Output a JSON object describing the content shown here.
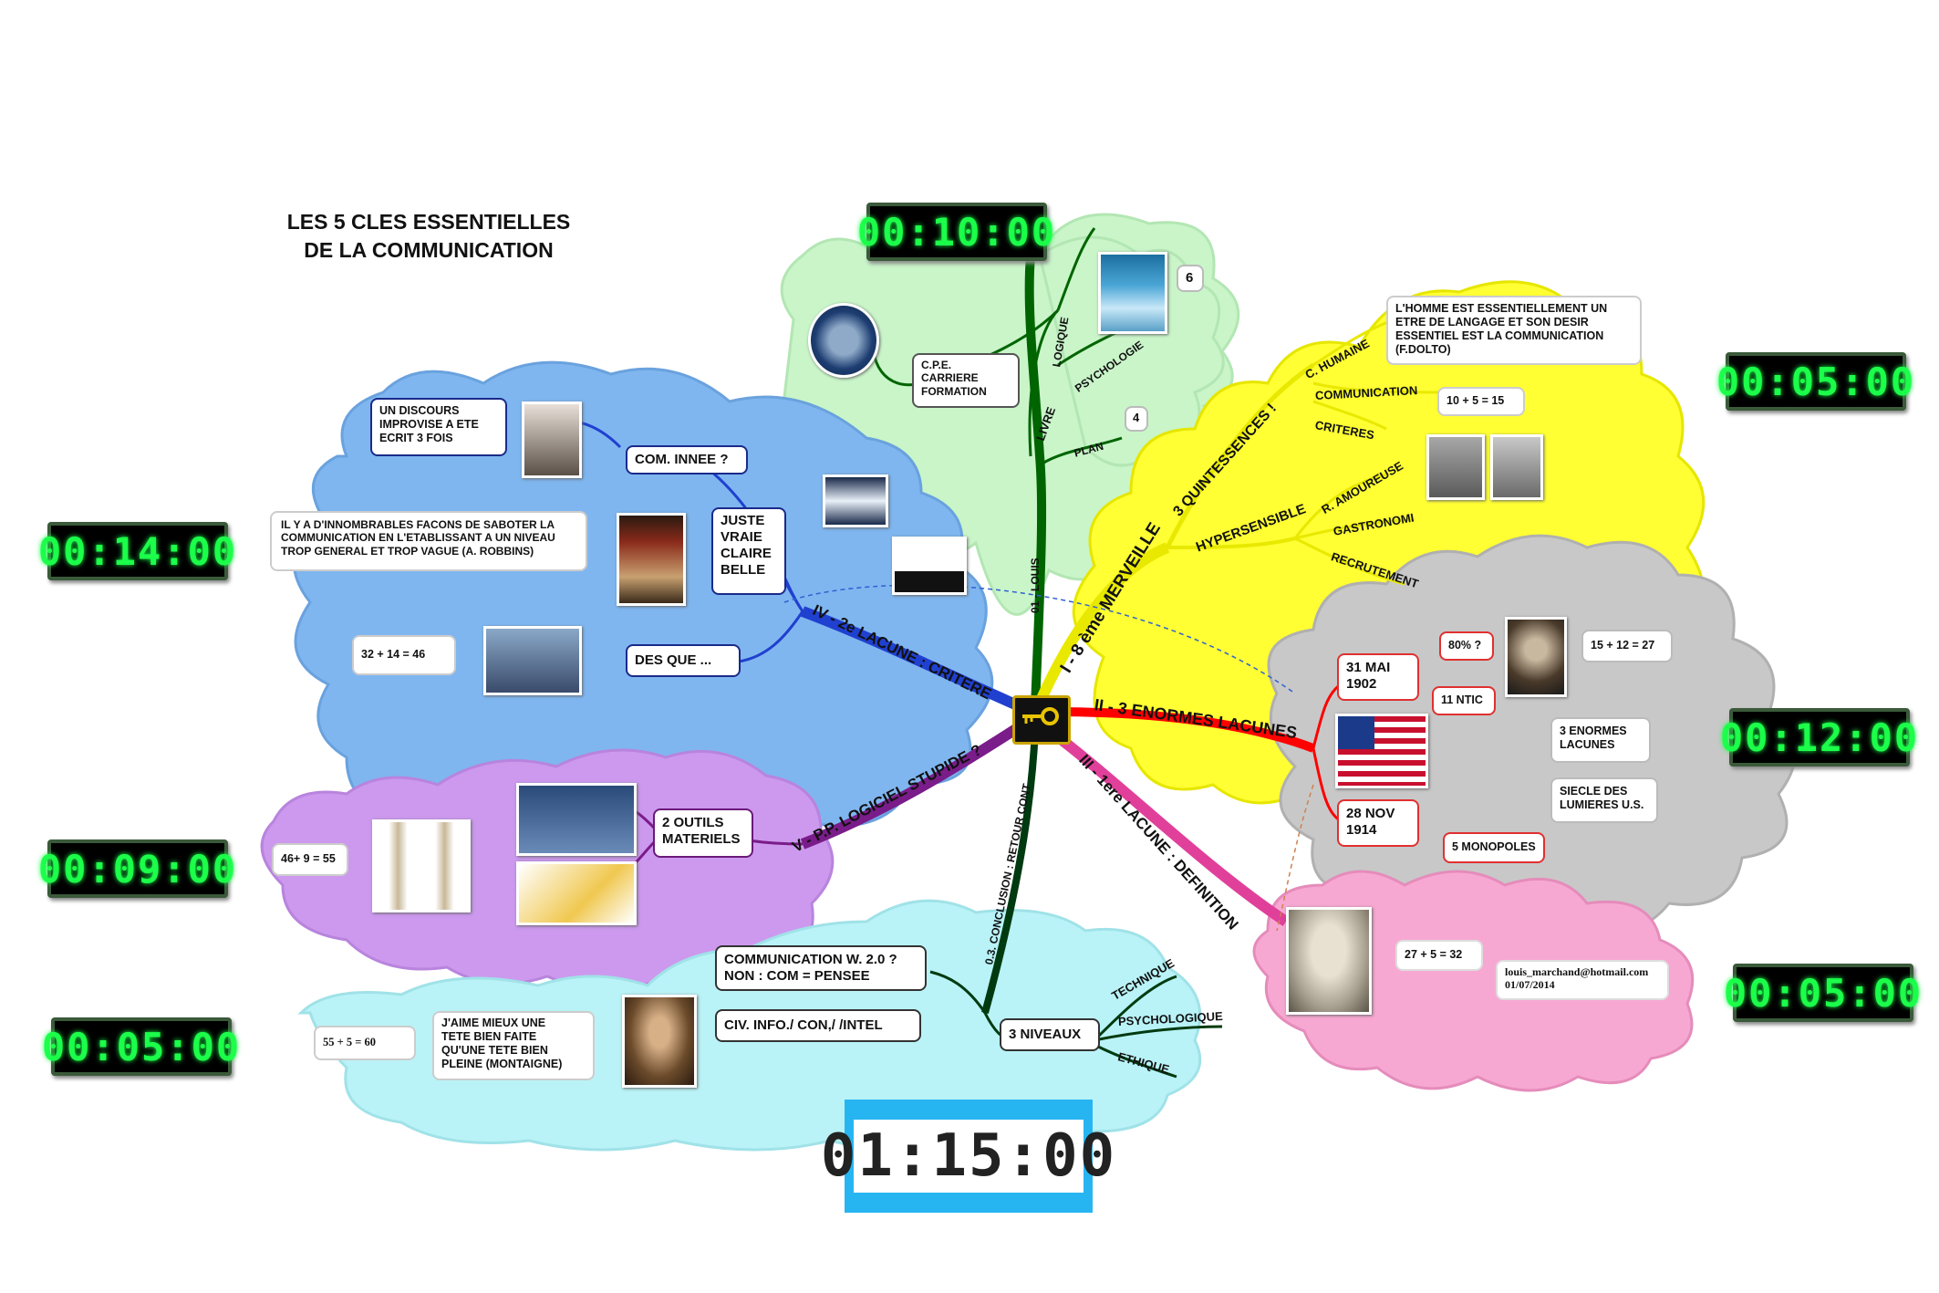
{
  "title": "LES 5 CLES ESSENTIELLES\nDE LA COMMUNICATION",
  "timers": {
    "top": "00:10:00",
    "left_14": "00:14:00",
    "left_09": "00:09:00",
    "left_05": "00:05:00",
    "right_05_top": "00:05:00",
    "right_12": "00:12:00",
    "right_05_bottom": "00:05:00",
    "total": "01:15:00"
  },
  "branches": {
    "b1": {
      "main": "01 - LOUIS",
      "livre": "LIVRE",
      "logique": "LOGIQUE",
      "psychologie": "PSYCHOLOGIE",
      "plan": "PLAN",
      "cpe": "C.P.E.\nCARRIERE\nFORMATION",
      "num6": "6",
      "num4": "4",
      "color": "#006400",
      "cloud": "#c9f5c9"
    },
    "b2": {
      "main": "I - 8 ème MERVEILLE",
      "q": "3 QUINTESSENCES !",
      "humaine": "C. HUMAINE",
      "communication": "COMMUNICATION",
      "criteres": "CRITERES",
      "hyper": "HYPERSENSIBLE",
      "amoureuse": "R. AMOUREUSE",
      "gastro": "GASTRONOMI",
      "recrut": "RECRUTEMENT",
      "quote": "L'HOMME EST ESSENTIELLEMENT UN\nETRE DE LANGAGE ET SON DESIR\nESSENTIEL EST LA COMMUNICATION\n(F.DOLTO)",
      "calc": "10 + 5 = 15",
      "color": "#e8e800",
      "cloud": "#ffff33"
    },
    "b3": {
      "main": "II - 3 ENORMES LACUNES",
      "date1": "31 MAI\n1902",
      "date2": "28 NOV\n1914",
      "pct": "80% ?",
      "ntic": "11 NTIC",
      "calc": "15 + 12 = 27",
      "lacunes": "3 ENORMES\nLACUNES",
      "siecle": "SIECLE DES\nLUMIERES U.S.",
      "monopoles": "5 MONOPOLES",
      "color": "#ff0000",
      "cloud": "#c8c8c8"
    },
    "b4": {
      "main": "III - 1ere LACUNE : DEFINITION",
      "calc": "27 + 5 = 32",
      "email": "louis_marchand@hotmail.com\n01/07/2014",
      "color": "#e0409a",
      "cloud": "#f7a8d2"
    },
    "b5": {
      "main": "IV - 2e LACUNE : CRITERE",
      "com_innee": "COM. INNEE ?",
      "discours": "UN DISCOURS\nIMPROVISE A ETE\nECRIT 3 FOIS",
      "saboter": "IL Y A D'INNOMBRABLES FACONS DE SABOTER LA\nCOMMUNICATION EN L'ETABLISSANT A UN NIVEAU\nTROP GENERAL ET TROP VAGUE (A. ROBBINS)",
      "juste": "JUSTE\nVRAIE\nCLAIRE\nBELLE",
      "desque": "DES QUE ...",
      "calc": "32 + 14 = 46",
      "color": "#2040d0",
      "cloud": "#7fb6f0"
    },
    "b6": {
      "main": "V - P.P. LOGICIEL STUPIDE ?",
      "outils": "2 OUTILS\nMATERIELS",
      "calc": "46+ 9 = 55",
      "color": "#7a1c8a",
      "cloud": "#cc99ee"
    },
    "b7": {
      "main": "0.3. CONCLUSION : RETOUR CONT",
      "com20": "COMMUNICATION W. 2.0 ?\nNON : COM = PENSEE",
      "civ": "CIV. INFO./ CON,/ /INTEL",
      "niveaux": "3 NIVEAUX",
      "technique": "TECHNIQUE",
      "psychologique": "PSYCHOLOGIQUE",
      "ethique": "ETHIQUE",
      "montaigne": "J'AIME MIEUX UNE\nTETE BIEN FAITE\nQU'UNE TETE BIEN\nPLEINE (MONTAIGNE)",
      "calc": "55 + 5 = 60",
      "color": "#003a10",
      "cloud": "#b9f3f7"
    }
  },
  "center": {
    "icon": "key-icon"
  },
  "flag_icon": "us-flag-icon"
}
